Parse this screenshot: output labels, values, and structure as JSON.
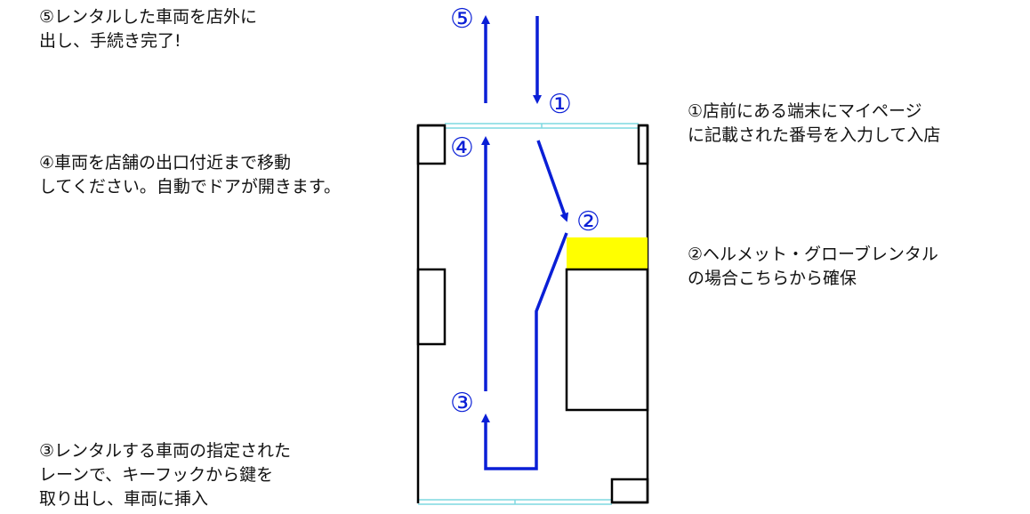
{
  "steps": {
    "s1": {
      "marker": "①",
      "text": "①店前にある端末にマイページ\nに記載された番号を入力して入店"
    },
    "s2": {
      "marker": "②",
      "text": "②ヘルメット・グローブレンタル\nの場合こちらから確保"
    },
    "s3": {
      "marker": "③",
      "text": "③レンタルする車両の指定された\nレーンで、キーフックから鍵を\n取り出し、車両に挿入"
    },
    "s4": {
      "marker": "④",
      "text": "④車両を店舗の出口付近まで移動\nしてください。自動でドアが開きます。"
    },
    "s5": {
      "marker": "⑤",
      "text": "⑤レンタルした車両を店外に\n出し、手続き完了!"
    }
  },
  "colors": {
    "route": "#0a1fd6",
    "highlight": "#ffff00",
    "door": "#7fd9e0",
    "wall": "#000000"
  }
}
